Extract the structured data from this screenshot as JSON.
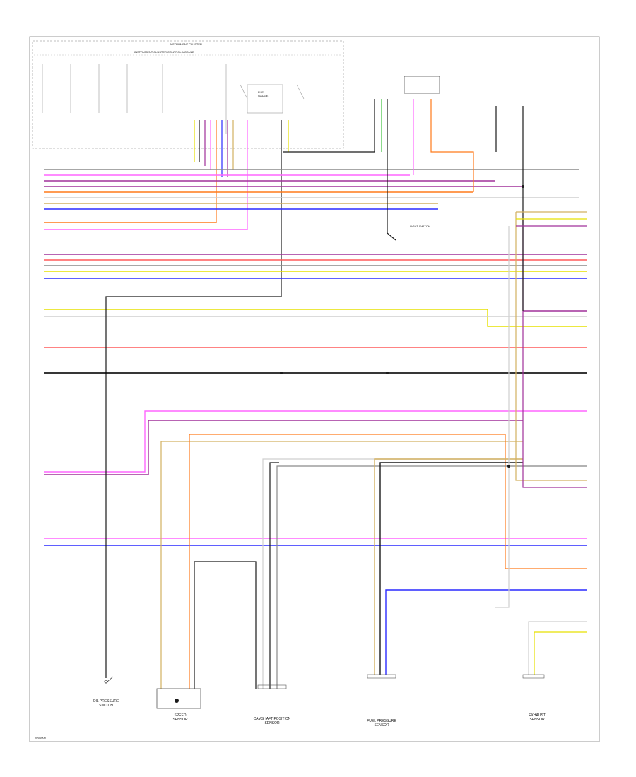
{
  "header": {
    "cluster_title": "INSTRUMENT CLUSTER",
    "cluster_subtitle": "INSTRUMENT CLUSTER CONTROL MODULE"
  },
  "components": {
    "oil_pressure_switch": "OIL PRESSURE\nSWITCH",
    "speed_sensor": "SPEED\nSENSOR",
    "camshaft_sensor": "CAMSHAFT POSITION\nSENSOR",
    "fuel_pressure_sensor": "FUEL PRESSURE\nSENSOR",
    "exhaust_sensor": "EXHAUST\nSENSOR",
    "light_switch": "LIGHT SWITCH",
    "fuel_gauge": "FUEL\nGAUGE"
  },
  "footer_code": "W00000",
  "colors": {
    "black": "#1a1a1a",
    "gray": "#8a8a8a",
    "pink": "#ff66ff",
    "violet": "#a0309a",
    "orange": "#ff7a1a",
    "red": "#ff5a5a",
    "yellow": "#e6e000",
    "blue": "#2a2aff",
    "tan": "#d2b060",
    "lightgray": "#cfcfcf",
    "green": "#40c040"
  }
}
